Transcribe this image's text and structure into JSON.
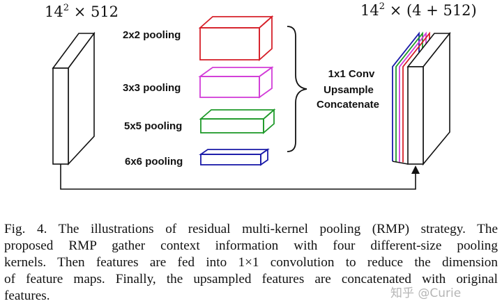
{
  "diagram": {
    "input_label_base": "14",
    "input_label_exp": "2",
    "input_label_rest": " × 512",
    "output_label_base": "14",
    "output_label_exp": "2",
    "output_label_rest": " × (4 + 512)",
    "pooling": [
      {
        "label": "2x2 pooling",
        "color": "#d6202a"
      },
      {
        "label": "3x3 pooling",
        "color": "#d23cd8"
      },
      {
        "label": "5x5 pooling",
        "color": "#1f9a2a"
      },
      {
        "label": "6x6 pooling",
        "color": "#1a1aa8"
      }
    ],
    "ops": [
      "1x1 Conv",
      "Upsample",
      "Concatenate"
    ],
    "stack_colors": [
      "#1a1aa8",
      "#1f9a2a",
      "#d23cd8",
      "#d6202a"
    ]
  },
  "caption": {
    "lines": [
      "Fig. 4.  The illustrations of residual multi-kernel pooling (RMP) strategy. The",
      "proposed RMP gather context information with four different-size pooling",
      "kernels. Then features are fed into 1×1 convolution to reduce the dimension",
      "of feature maps. Finally, the upsampled features are concatenated with original",
      "features."
    ]
  },
  "watermark": "知乎 @Curie"
}
